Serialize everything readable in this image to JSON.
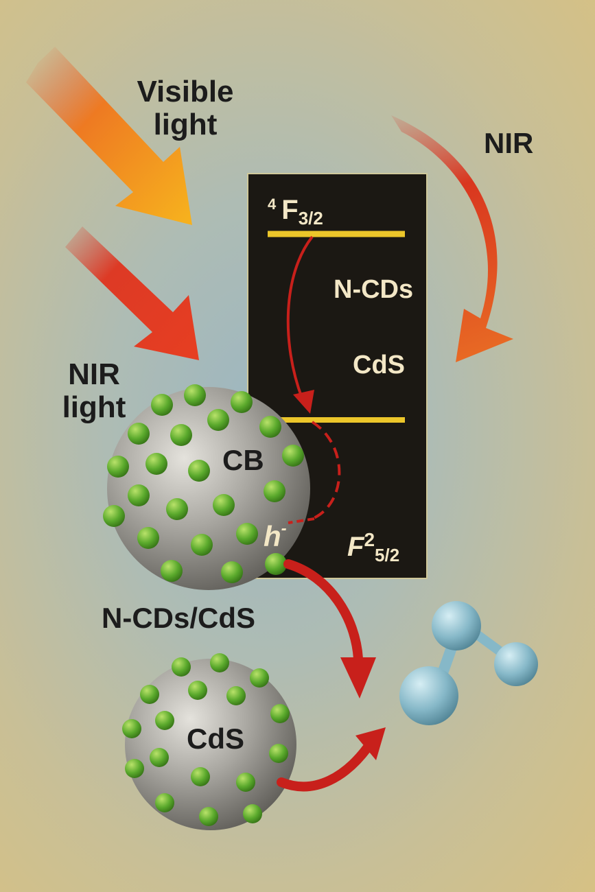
{
  "labels": {
    "visible_light_line1": "Visible",
    "visible_light_line2": "light",
    "nir_top": "NIR",
    "nir_light_line1": "NIR",
    "nir_light_line2": "light",
    "level_upper_sup": "4",
    "level_upper_main": "F",
    "level_upper_sub": "3/2",
    "panel_ncds": "N-CDs",
    "panel_cds": "CdS",
    "level_lower_main": "F",
    "level_lower_sup": "2",
    "level_lower_sub": "5/2",
    "sphere_cb": "CB",
    "hole_label": "h",
    "hole_sup": "-",
    "composite_label": "N-CDs/CdS",
    "cds_sphere": "CdS"
  },
  "colors": {
    "panel_background": "#1b1813",
    "energy_level": "#ecc62a",
    "transfer_arrow": "#c8201b",
    "visible_arrow": "#f0a21f",
    "nir_arrow": "#e0361f",
    "quantum_dot": "#5aa92c",
    "sphere": "#8f8d88",
    "molecule": "#7fb3c4"
  },
  "icons": [
    "visible-light-arrow",
    "nir-arrow",
    "energy-level-line",
    "electron-transfer-arrow",
    "quantum-dot",
    "cds-nanoparticle",
    "molecule"
  ]
}
